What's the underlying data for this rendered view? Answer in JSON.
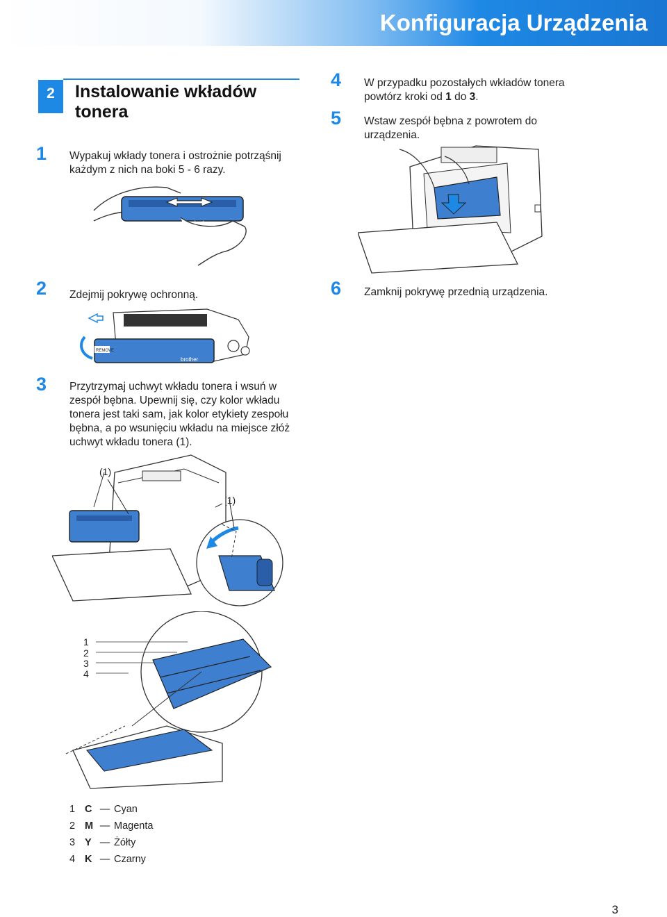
{
  "header": {
    "title": "Konfiguracja Urządzenia"
  },
  "section": {
    "number": "2",
    "title": "Instalowanie wkładów tonera"
  },
  "steps": [
    {
      "num": "1",
      "text": "Wypakuj wkłady tonera i ostrożnie potrząśnij każdym z nich na boki 5 - 6 razy."
    },
    {
      "num": "2",
      "text": "Zdejmij pokrywę ochronną."
    },
    {
      "num": "3",
      "text": "Przytrzymaj uchwyt wkładu tonera i wsuń w zespół bębna. Upewnij się, czy kolor wkładu tonera jest taki sam, jak kolor etykiety zespołu bębna, a po wsunięciu wkładu na miejsce złóż uchwyt wkładu tonera (1)."
    },
    {
      "num": "4",
      "text_pre": "W przypadku pozostałych wkładów tonera powtórz kroki od ",
      "ref1": "1",
      "text_mid": " do ",
      "ref2": "3",
      "text_post": "."
    },
    {
      "num": "5",
      "text": "Wstaw zespół bębna z powrotem do urządzenia."
    },
    {
      "num": "6",
      "text": "Zamknij pokrywę przednią urządzenia."
    }
  ],
  "illustration_labels": {
    "handle_left": "(1)",
    "handle_right": "(1)",
    "slots": [
      "1",
      "2",
      "3",
      "4"
    ],
    "cartridge_brand": "brother",
    "cartridge_tag": "REMOVE"
  },
  "legend": [
    {
      "num": "1",
      "code": "C",
      "dash": "—",
      "name": "Cyan"
    },
    {
      "num": "2",
      "code": "M",
      "dash": "—",
      "name": "Magenta"
    },
    {
      "num": "3",
      "code": "Y",
      "dash": "—",
      "name": "Żółty"
    },
    {
      "num": "4",
      "code": "K",
      "dash": "—",
      "name": "Czarny"
    }
  ],
  "page": {
    "number": "3"
  },
  "colors": {
    "accent": "#1e88e5",
    "toner": "#3f7fd0"
  }
}
